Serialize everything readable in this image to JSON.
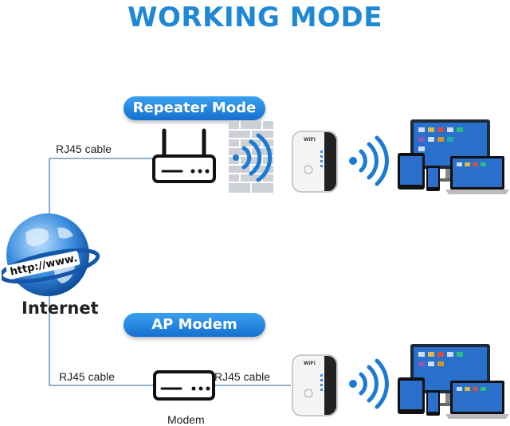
{
  "title": "WORKING MODE",
  "repeater_mode": {
    "label": "Repeater Mode",
    "cable_label": "RJ45 cable"
  },
  "ap_mode": {
    "label": "AP Modem",
    "cable_label_left": "RJ45 cable",
    "cable_label_right": "RJ45 cable",
    "modem_label": "Modem"
  },
  "globe": {
    "text": "http://www.",
    "label": "Internet"
  },
  "extender_brand": "WiFi",
  "colors": {
    "accent": "#1e88d6",
    "line": "#4d7fa8",
    "wifi": "#1a7ad4",
    "brick": "#c9cdd3"
  }
}
